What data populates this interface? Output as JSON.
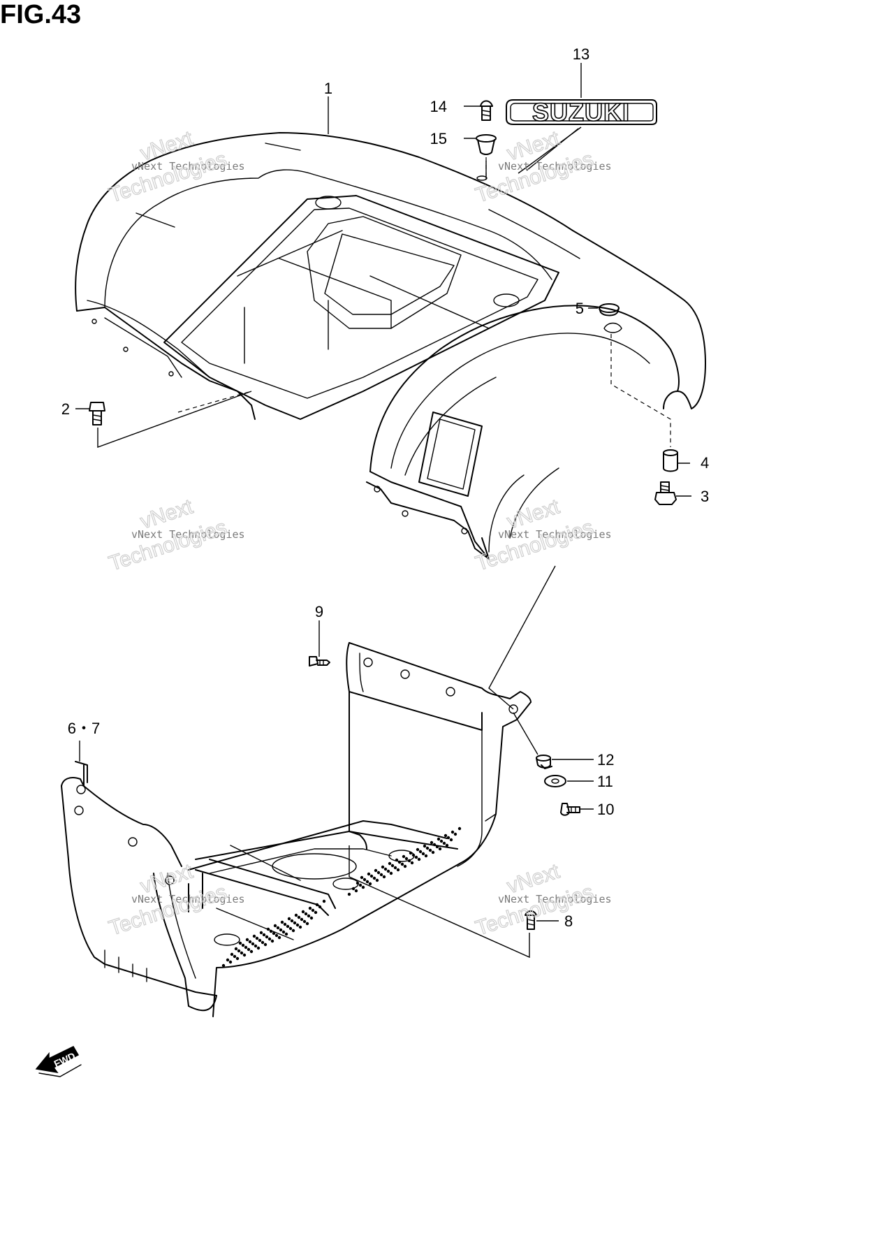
{
  "figure": {
    "title": "FIG.43"
  },
  "callouts": [
    {
      "id": "1",
      "label": "1"
    },
    {
      "id": "2",
      "label": "2"
    },
    {
      "id": "3",
      "label": "3"
    },
    {
      "id": "4",
      "label": "4"
    },
    {
      "id": "5",
      "label": "5"
    },
    {
      "id": "6-7",
      "label": "6・7"
    },
    {
      "id": "8",
      "label": "8"
    },
    {
      "id": "9",
      "label": "9"
    },
    {
      "id": "10",
      "label": "10"
    },
    {
      "id": "11",
      "label": "11"
    },
    {
      "id": "12",
      "label": "12"
    },
    {
      "id": "13",
      "label": "13"
    },
    {
      "id": "14",
      "label": "14"
    },
    {
      "id": "15",
      "label": "15"
    }
  ],
  "emblem": {
    "text": "SUZUKI"
  },
  "fwd_arrow": {
    "text": "FWD"
  },
  "watermark": {
    "line1": "vNext Technologies",
    "line2": "vNext",
    "line3": "Technologies"
  }
}
